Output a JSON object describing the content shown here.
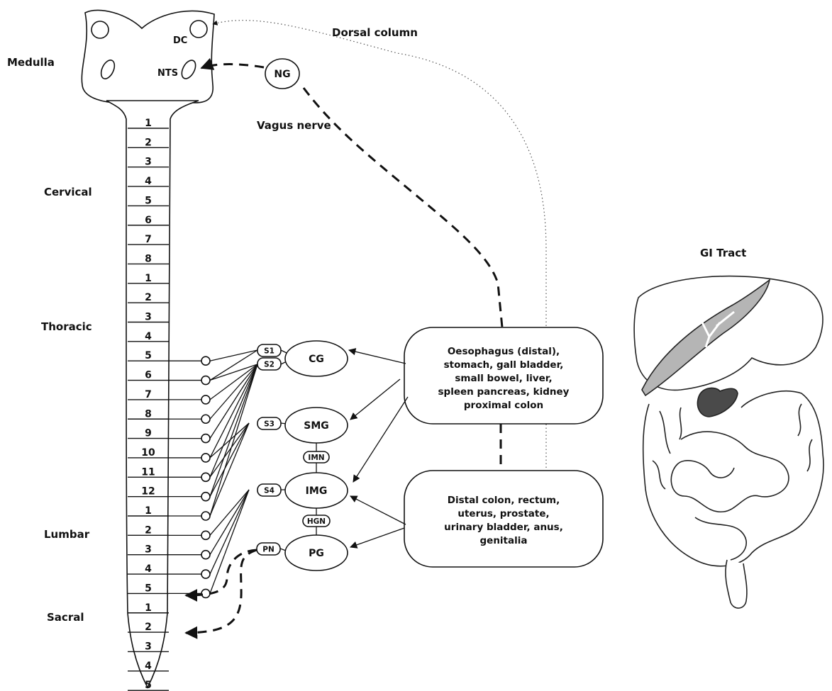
{
  "regions": {
    "medulla": "Medulla",
    "cervical": "Cervical",
    "thoracic": "Thoracic",
    "lumbar": "Lumbar",
    "sacral": "Sacral"
  },
  "medulla_labels": {
    "dc": "DC",
    "nts": "NTS"
  },
  "pathways": {
    "dorsal_column": "Dorsal column",
    "vagus_nerve": "Vagus nerve",
    "ng": "NG"
  },
  "segments": {
    "cervical": [
      "1",
      "2",
      "3",
      "4",
      "5",
      "6",
      "7",
      "8"
    ],
    "thoracic": [
      "1",
      "2",
      "3",
      "4",
      "5",
      "6",
      "7",
      "8",
      "9",
      "10",
      "11",
      "12"
    ],
    "lumbar": [
      "1",
      "2",
      "3",
      "4",
      "5"
    ],
    "sacral": [
      "1",
      "2",
      "3",
      "4",
      "5"
    ]
  },
  "ganglia": {
    "cg": "CG",
    "smg": "SMG",
    "img": "IMG",
    "pg": "PG"
  },
  "nerves": {
    "s1": "S1",
    "s2": "S2",
    "s3": "S3",
    "s4": "S4",
    "pn": "PN",
    "imn": "IMN",
    "hgn": "HGN"
  },
  "organ_boxes": {
    "upper": [
      "Oesophagus (distal),",
      "stomach, gall bladder,",
      "small bowel, liver,",
      "spleen pancreas, kidney",
      "proximal colon"
    ],
    "lower": [
      "Distal colon, rectum,",
      "uterus, prostate,",
      "urinary bladder, anus,",
      "genitalia"
    ]
  },
  "gi_tract_title": "GI Tract",
  "colors": {
    "line": "#111111",
    "liver_gray": "#b5b5b5",
    "stomach_dark": "#4a4a4a",
    "background": "#ffffff"
  }
}
